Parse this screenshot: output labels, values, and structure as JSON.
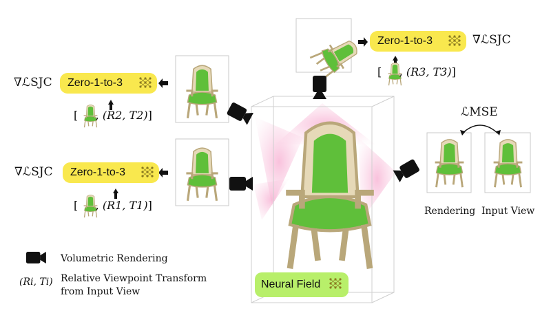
{
  "model_label": "Zero-1-to-3",
  "loss_sjc": "∇ℒSJC",
  "loss_mse": "ℒMSE",
  "neural_field_label": "Neural Field",
  "rendering_label": "Rendering",
  "input_view_label": "Input View",
  "conditions": [
    {
      "R": "R3",
      "T": "T3"
    },
    {
      "R": "R2",
      "T": "T2"
    },
    {
      "R": "R1",
      "T": "T1"
    }
  ],
  "legend": {
    "volumetric": "Volumetric Rendering",
    "relative_line1": "Relative Viewpoint Transform",
    "relative_line2": "from Input View",
    "relative_symbol": "(Ri, Ti)"
  },
  "colors": {
    "model_pill": "#f9e84e",
    "neural_pill": "#b8ef6a",
    "frustum": "#f7b9d6",
    "camera": "#111111"
  },
  "icons": [
    "camera-icon",
    "network-icon",
    "arrow-icon",
    "chair-icon"
  ]
}
